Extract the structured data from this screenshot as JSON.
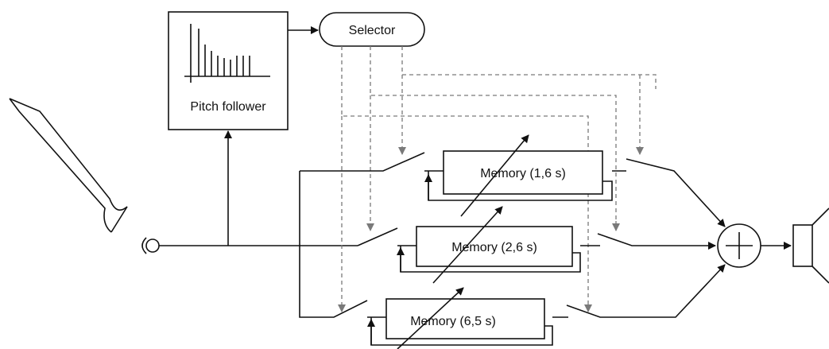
{
  "labels": {
    "pitch_follower": "Pitch follower",
    "selector": "Selector",
    "memory_1": "Memory (1,6 s)",
    "memory_2": "Memory (2,6 s)",
    "memory_3": "Memory (6,5 s)"
  },
  "colors": {
    "line": "#111111",
    "control_line": "#7a7a7a",
    "background": "#ffffff"
  },
  "icons": [
    "microphone-icon",
    "pitch-spectrum-icon",
    "summing-junction-icon",
    "loudspeaker-icon",
    "instrument-icon"
  ]
}
